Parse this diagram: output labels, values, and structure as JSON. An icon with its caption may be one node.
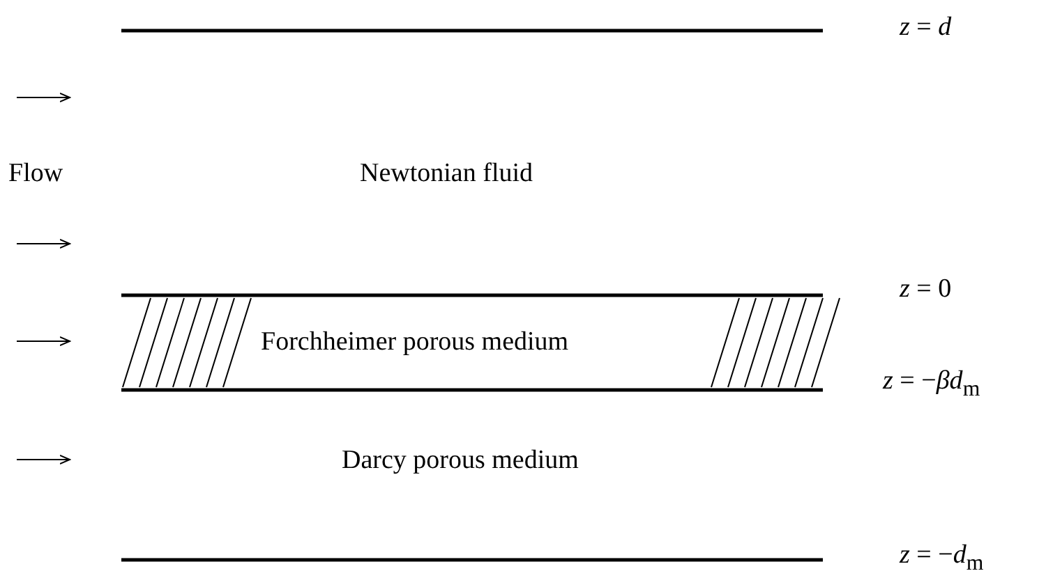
{
  "diagram": {
    "labels": [
      "*z* = *d*",
      "Flow",
      "Newtonian fluid",
      "*z* = 0",
      "Forchheimer porous medium",
      "*z* = −*βd*$_{m}$",
      "Darcy porous medium",
      "*z* = −*d*$_{m}$"
    ]
  }
}
